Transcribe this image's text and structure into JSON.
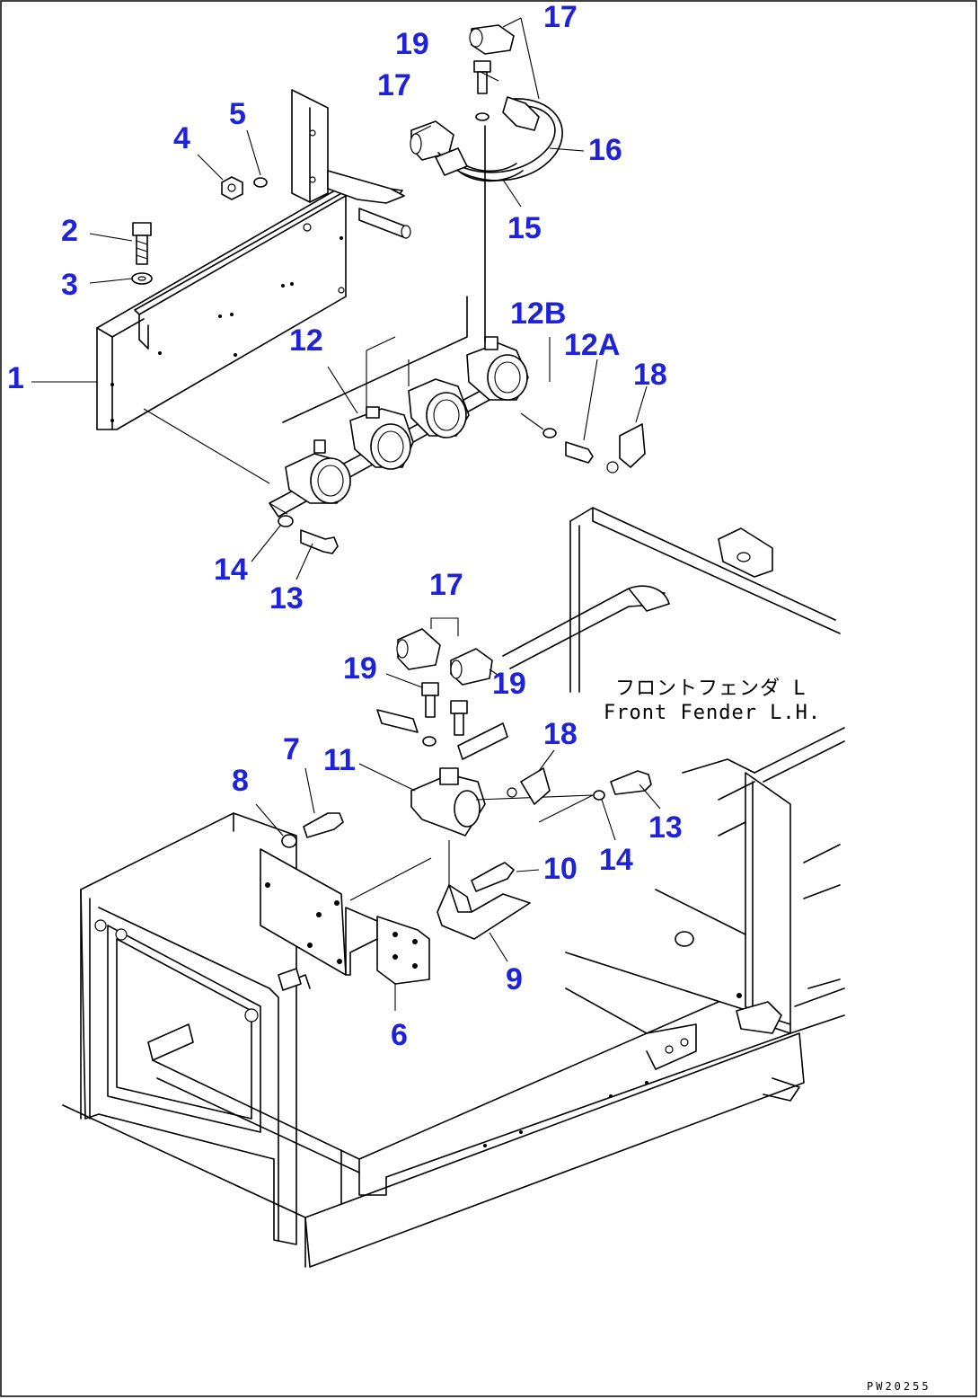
{
  "callouts": [
    {
      "id": "c1",
      "label": "1"
    },
    {
      "id": "c2",
      "label": "2"
    },
    {
      "id": "c3",
      "label": "3"
    },
    {
      "id": "c4",
      "label": "4"
    },
    {
      "id": "c5",
      "label": "5"
    },
    {
      "id": "c6",
      "label": "6"
    },
    {
      "id": "c7",
      "label": "7"
    },
    {
      "id": "c8",
      "label": "8"
    },
    {
      "id": "c9",
      "label": "9"
    },
    {
      "id": "c10",
      "label": "10"
    },
    {
      "id": "c11",
      "label": "11"
    },
    {
      "id": "c12",
      "label": "12"
    },
    {
      "id": "c12a",
      "label": "12A"
    },
    {
      "id": "c12b",
      "label": "12B"
    },
    {
      "id": "c13a",
      "label": "13"
    },
    {
      "id": "c13b",
      "label": "13"
    },
    {
      "id": "c14a",
      "label": "14"
    },
    {
      "id": "c14b",
      "label": "14"
    },
    {
      "id": "c15",
      "label": "15"
    },
    {
      "id": "c16",
      "label": "16"
    },
    {
      "id": "c17a",
      "label": "17"
    },
    {
      "id": "c17b",
      "label": "17"
    },
    {
      "id": "c17c",
      "label": "17"
    },
    {
      "id": "c18a",
      "label": "18"
    },
    {
      "id": "c18b",
      "label": "18"
    },
    {
      "id": "c19a",
      "label": "19"
    },
    {
      "id": "c19b",
      "label": "19"
    },
    {
      "id": "c19c",
      "label": "19"
    }
  ],
  "note": {
    "line_jp": "フロントフェンダ L",
    "line_en": "Front Fender L.H."
  },
  "drawing_code": "PW20255",
  "colors": {
    "callout": "#1e22d8",
    "line": "#000000",
    "background": "#ffffff"
  }
}
